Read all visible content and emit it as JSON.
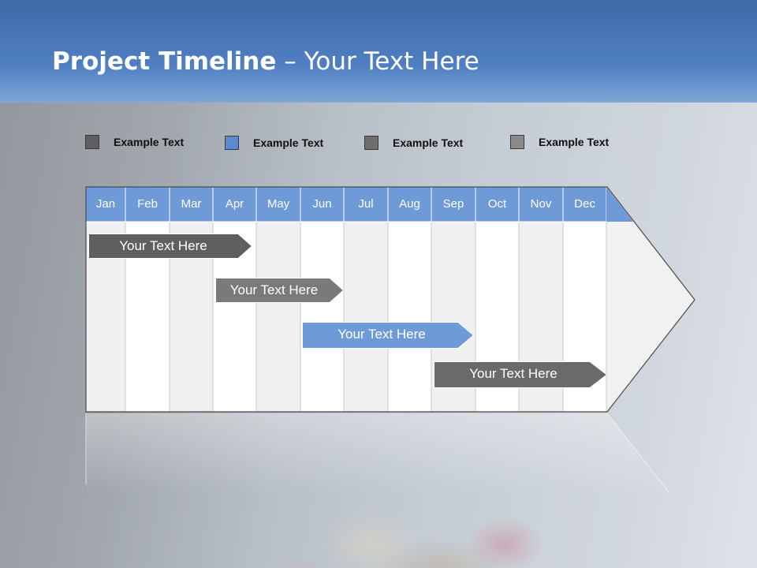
{
  "slide": {
    "title_bold": "Project Timeline",
    "title_rest": " – Your Text Here"
  },
  "legend": [
    {
      "label": "Example Text",
      "color": "#5f5f5f"
    },
    {
      "label": "Example Text",
      "color": "#5b8ad0"
    },
    {
      "label": "Example Text",
      "color": "#6e6e6e"
    },
    {
      "label": "Example Text",
      "color": "#8a8a8a"
    }
  ],
  "timeline": {
    "months": [
      "Jan",
      "Feb",
      "Mar",
      "Apr",
      "May",
      "Jun",
      "Jul",
      "Aug",
      "Sep",
      "Oct",
      "Nov",
      "Dec"
    ],
    "header_color": "#6f9ad8",
    "tasks": [
      {
        "label": "Your  Text Here",
        "color": "#5f5f5f"
      },
      {
        "label": "Your  Text Here",
        "color": "#7a7a7a"
      },
      {
        "label": "Your  Text Here",
        "color": "#6f9ad8"
      },
      {
        "label": "Your  Text Here",
        "color": "#6a6a6a"
      }
    ]
  }
}
